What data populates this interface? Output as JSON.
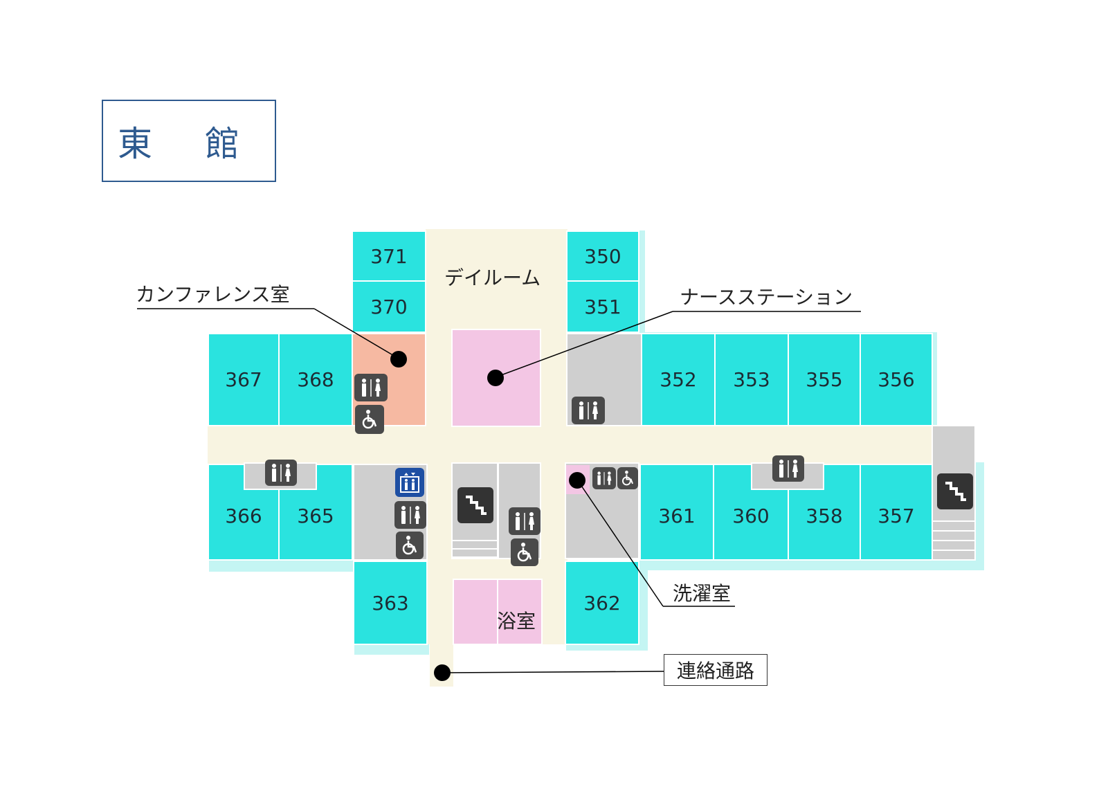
{
  "title": "東 館",
  "rooms": {
    "r371": "371",
    "r370": "370",
    "r350": "350",
    "r351": "351",
    "r367": "367",
    "r368": "368",
    "r352": "352",
    "r353": "353",
    "r355": "355",
    "r356": "356",
    "r366": "366",
    "r365": "365",
    "r361": "361",
    "r360": "360",
    "r358": "358",
    "r357": "357",
    "r363": "363",
    "r362": "362"
  },
  "areas": {
    "dayroom": "デイルーム",
    "bath": "浴室"
  },
  "callouts": {
    "conference": "カンファレンス室",
    "nurse_station": "ナースステーション",
    "laundry": "洗濯室",
    "connector": "連絡通路"
  },
  "icons": {
    "restroom": "restroom-icon",
    "accessible_toilet": "wheelchair-icon",
    "elevator": "elevator-icon",
    "stairs": "stairs-icon"
  },
  "colors": {
    "patient_room": "#2ae3df",
    "corridor": "#f8f4e1",
    "facility": "#cfcfcf",
    "nurse_station": "#f3c6e4",
    "conference": "#f6b9a2",
    "title": "#2e5a8f"
  }
}
